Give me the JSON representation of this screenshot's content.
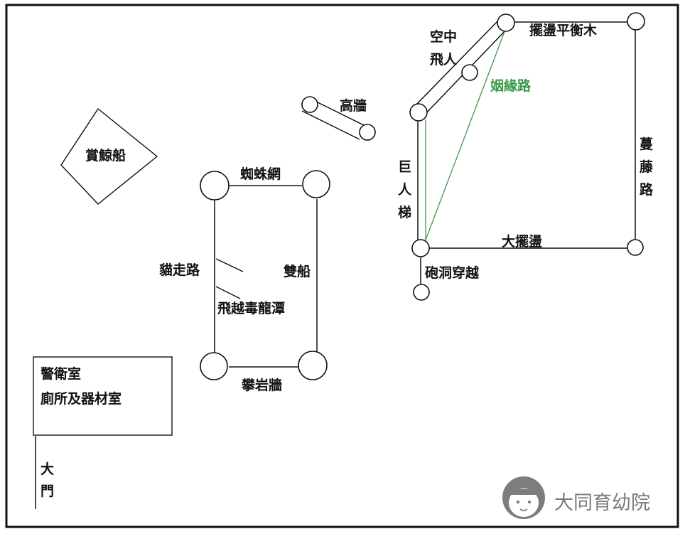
{
  "labels": {
    "whale_boat": "賞鯨船",
    "spider_web": "蜘蛛網",
    "cat_walk": "貓走路",
    "double_boat": "雙船",
    "dragon_pool": "飛越毒龍潭",
    "climbing_wall": "攀岩牆",
    "high_wall": "高牆",
    "aerial_1": "空中",
    "aerial_2": "飛人",
    "balance_beam": "擺盪平衡木",
    "marriage_road": "姻緣路",
    "giant_ladder_1": "巨",
    "giant_ladder_2": "人",
    "giant_ladder_3": "梯",
    "vine_road_1": "蔓",
    "vine_road_2": "藤",
    "vine_road_3": "路",
    "big_swing": "大擺盪",
    "cannon_tunnel": "砲洞穿越",
    "guard_room": "警衛室",
    "toilet_storage": "廁所及器材室",
    "gate_1": "大",
    "gate_2": "門"
  },
  "watermark": {
    "text": "大同育幼院"
  },
  "colors": {
    "line": "#111111",
    "green": "#3a9a4a",
    "watermark": "#7a7a7a"
  }
}
